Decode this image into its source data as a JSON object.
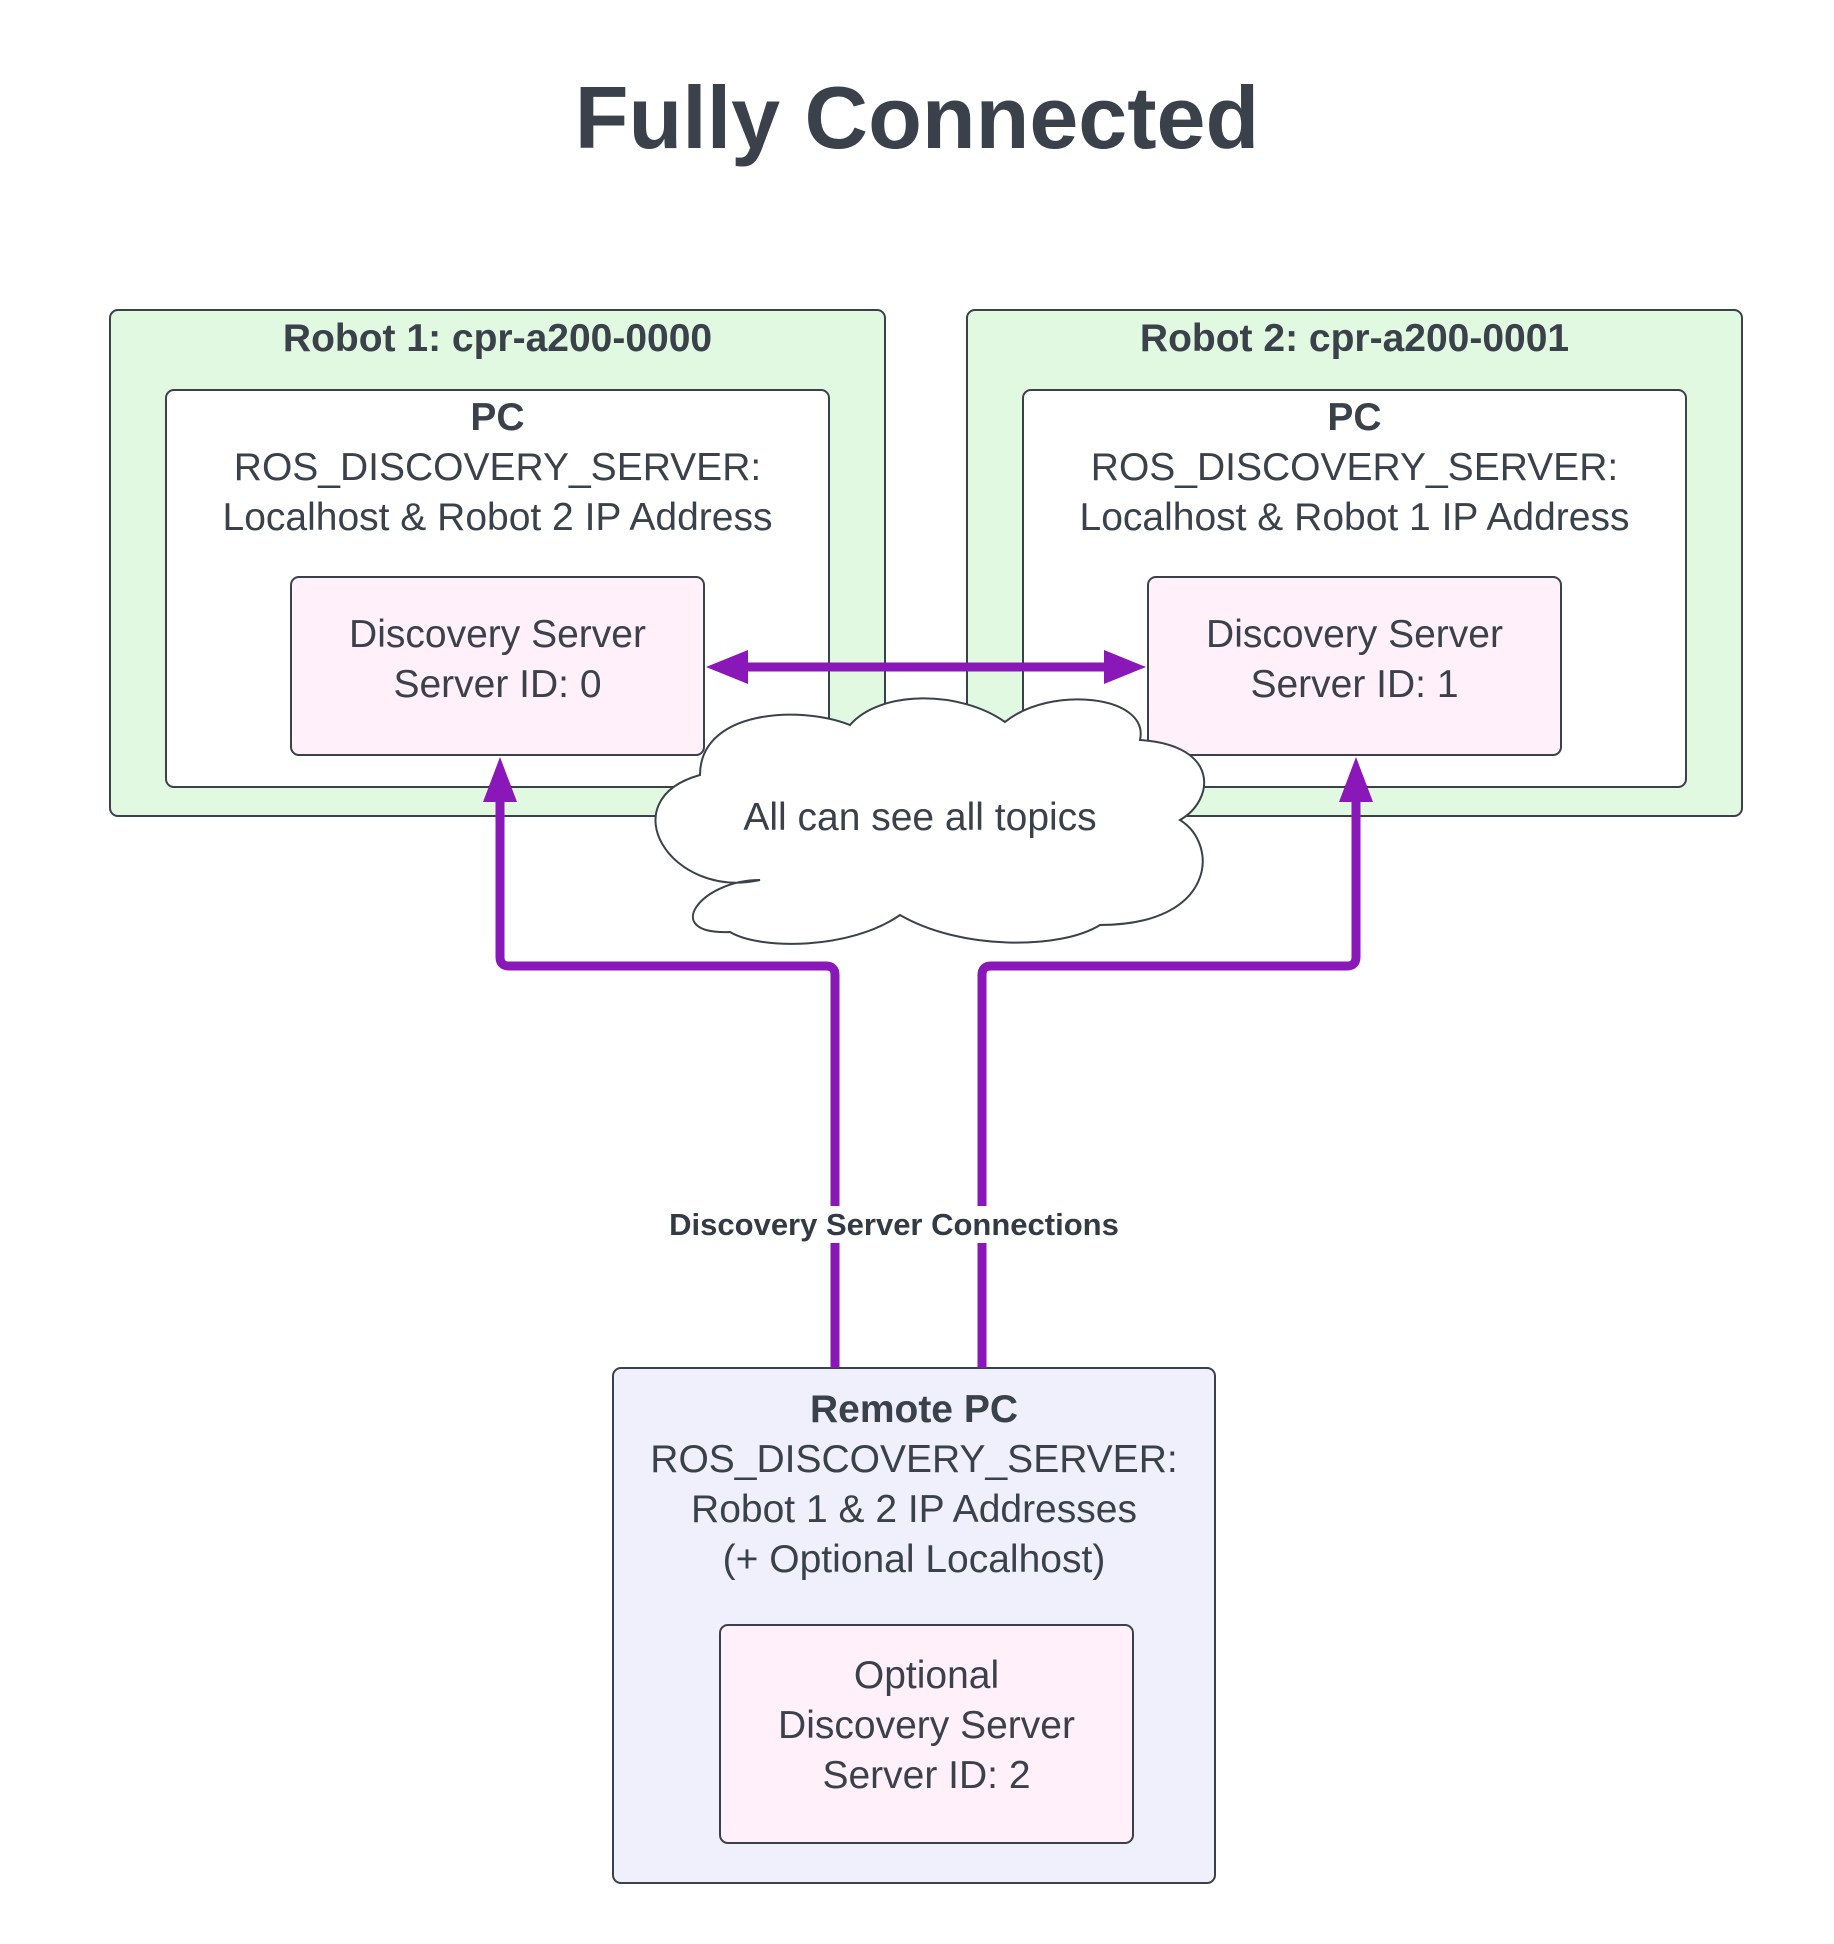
{
  "title": "Fully Connected",
  "colors": {
    "robot_fill": "#e1f8e1",
    "pc_fill": "#ffffff",
    "server_fill": "#fff0fa",
    "remote_fill": "#eff0fc",
    "arrow": "#8a17b8",
    "text": "#3a414a",
    "stroke": "#3a414a"
  },
  "robot1": {
    "title": "Robot 1: cpr-a200-0000",
    "pc": {
      "heading": "PC",
      "line1": "ROS_DISCOVERY_SERVER:",
      "line2": "Localhost & Robot 2 IP Address"
    },
    "server": {
      "line1": "Discovery Server",
      "line2": "Server ID: 0"
    }
  },
  "robot2": {
    "title": "Robot 2: cpr-a200-0001",
    "pc": {
      "heading": "PC",
      "line1": "ROS_DISCOVERY_SERVER:",
      "line2": "Localhost & Robot 1 IP Address"
    },
    "server": {
      "line1": "Discovery Server",
      "line2": "Server ID: 1"
    }
  },
  "cloud": {
    "text": "All can see all topics"
  },
  "edge_label": "Discovery Server Connections",
  "remote": {
    "heading": "Remote PC",
    "line1": "ROS_DISCOVERY_SERVER:",
    "line2": "Robot 1 & 2 IP Addresses",
    "line3": "(+ Optional Localhost)",
    "server": {
      "line1": "Optional",
      "line2": "Discovery Server",
      "line3": "Server ID: 2"
    }
  }
}
